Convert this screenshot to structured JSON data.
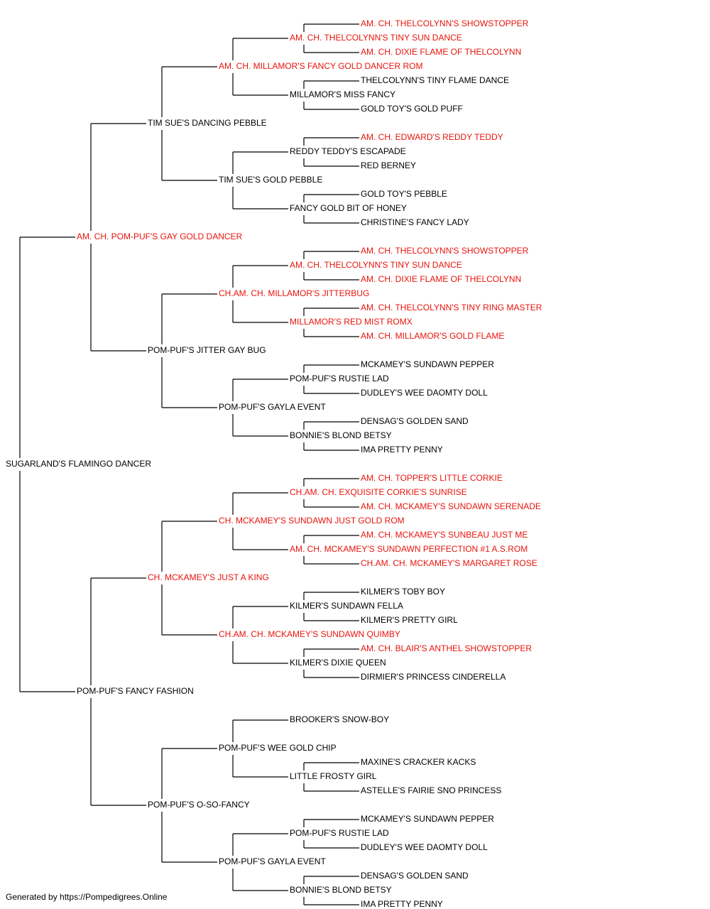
{
  "colors": {
    "champion": "#e8140c",
    "normal": "#000000",
    "line": "#000000"
  },
  "pedigree": {
    "name": "SUGARLAND'S FLAMINGO DANCER",
    "champion": false,
    "children": [
      {
        "name": "AM. CH. POM-PUF'S GAY GOLD DANCER",
        "champion": true,
        "children": [
          {
            "name": "TIM SUE'S DANCING PEBBLE",
            "champion": false,
            "children": [
              {
                "name": "AM. CH. MILLAMOR'S FANCY GOLD DANCER ROM",
                "champion": true,
                "children": [
                  {
                    "name": "AM. CH. THELCOLYNN'S TINY SUN DANCE",
                    "champion": true,
                    "children": [
                      {
                        "name": "AM. CH. THELCOLYNN'S SHOWSTOPPER",
                        "champion": true
                      },
                      {
                        "name": "AM. CH. DIXIE FLAME OF THELCOLYNN",
                        "champion": true
                      }
                    ]
                  },
                  {
                    "name": "MILLAMOR'S MISS FANCY",
                    "champion": false,
                    "children": [
                      {
                        "name": "THELCOLYNN'S TINY FLAME DANCE",
                        "champion": false
                      },
                      {
                        "name": "GOLD TOY'S GOLD PUFF",
                        "champion": false
                      }
                    ]
                  }
                ]
              },
              {
                "name": "TIM SUE'S GOLD PEBBLE",
                "champion": false,
                "children": [
                  {
                    "name": "REDDY TEDDY'S ESCAPADE",
                    "champion": false,
                    "children": [
                      {
                        "name": "AM. CH. EDWARD'S REDDY TEDDY",
                        "champion": true
                      },
                      {
                        "name": "RED BERNEY",
                        "champion": false
                      }
                    ]
                  },
                  {
                    "name": "FANCY GOLD BIT OF HONEY",
                    "champion": false,
                    "children": [
                      {
                        "name": "GOLD TOY'S PEBBLE",
                        "champion": false
                      },
                      {
                        "name": "CHRISTINE'S FANCY LADY",
                        "champion": false
                      }
                    ]
                  }
                ]
              }
            ]
          },
          {
            "name": "POM-PUF'S JITTER GAY BUG",
            "champion": false,
            "children": [
              {
                "name": "CH.AM. CH. MILLAMOR'S JITTERBUG",
                "champion": true,
                "children": [
                  {
                    "name": "AM. CH. THELCOLYNN'S TINY SUN DANCE",
                    "champion": true,
                    "children": [
                      {
                        "name": "AM. CH. THELCOLYNN'S SHOWSTOPPER",
                        "champion": true
                      },
                      {
                        "name": "AM. CH. DIXIE FLAME OF THELCOLYNN",
                        "champion": true
                      }
                    ]
                  },
                  {
                    "name": "MILLAMOR'S RED MIST ROMX",
                    "champion": true,
                    "children": [
                      {
                        "name": "AM. CH. THELCOLYNN'S TINY RING MASTER",
                        "champion": true
                      },
                      {
                        "name": "AM. CH. MILLAMOR'S GOLD FLAME",
                        "champion": true
                      }
                    ]
                  }
                ]
              },
              {
                "name": "POM-PUF'S GAYLA EVENT",
                "champion": false,
                "children": [
                  {
                    "name": "POM-PUF'S RUSTIE LAD",
                    "champion": false,
                    "children": [
                      {
                        "name": "MCKAMEY'S SUNDAWN PEPPER",
                        "champion": false
                      },
                      {
                        "name": "DUDLEY'S WEE DAOMTY DOLL",
                        "champion": false
                      }
                    ]
                  },
                  {
                    "name": "BONNIE'S BLOND BETSY",
                    "champion": false,
                    "children": [
                      {
                        "name": "DENSAG'S GOLDEN SAND",
                        "champion": false
                      },
                      {
                        "name": "IMA PRETTY PENNY",
                        "champion": false
                      }
                    ]
                  }
                ]
              }
            ]
          }
        ]
      },
      {
        "name": "POM-PUF'S FANCY FASHION",
        "champion": false,
        "children": [
          {
            "name": "CH. MCKAMEY'S JUST A KING",
            "champion": true,
            "children": [
              {
                "name": "CH. MCKAMEY'S SUNDAWN JUST GOLD ROM",
                "champion": true,
                "children": [
                  {
                    "name": "CH.AM. CH. EXQUISITE CORKIE'S SUNRISE",
                    "champion": true,
                    "children": [
                      {
                        "name": "AM. CH. TOPPER'S LITTLE CORKIE",
                        "champion": true
                      },
                      {
                        "name": "AM. CH. MCKAMEY'S SUNDAWN SERENADE",
                        "champion": true
                      }
                    ]
                  },
                  {
                    "name": "AM. CH. MCKAMEY'S SUNDAWN PERFECTION #1 A.S.ROM",
                    "champion": true,
                    "children": [
                      {
                        "name": "AM. CH. MCKAMEY'S SUNBEAU JUST ME",
                        "champion": true
                      },
                      {
                        "name": "CH.AM. CH. MCKAMEY'S MARGARET ROSE",
                        "champion": true
                      }
                    ]
                  }
                ]
              },
              {
                "name": "CH.AM. CH. MCKAMEY'S SUNDAWN QUIMBY",
                "champion": true,
                "children": [
                  {
                    "name": "KILMER'S SUNDAWN FELLA",
                    "champion": false,
                    "children": [
                      {
                        "name": "KILMER'S TOBY BOY",
                        "champion": false
                      },
                      {
                        "name": "KILMER'S PRETTY GIRL",
                        "champion": false
                      }
                    ]
                  },
                  {
                    "name": "KILMER'S DIXIE QUEEN",
                    "champion": false,
                    "children": [
                      {
                        "name": "AM. CH. BLAIR'S ANTHEL SHOWSTOPPER",
                        "champion": true
                      },
                      {
                        "name": "DIRMIER'S PRINCESS CINDERELLA",
                        "champion": false
                      }
                    ]
                  }
                ]
              }
            ]
          },
          {
            "name": "POM-PUF'S O-SO-FANCY",
            "champion": false,
            "children": [
              {
                "name": "POM-PUF'S WEE GOLD CHIP",
                "champion": false,
                "children": [
                  {
                    "name": "BROOKER'S SNOW-BOY",
                    "champion": false
                  },
                  {
                    "name": "LITTLE FROSTY GIRL",
                    "champion": false,
                    "children": [
                      {
                        "name": "MAXINE'S CRACKER KACKS",
                        "champion": false
                      },
                      {
                        "name": "ASTELLE'S FAIRIE SNO PRINCESS",
                        "champion": false
                      }
                    ]
                  }
                ]
              },
              {
                "name": "POM-PUF'S GAYLA EVENT",
                "champion": false,
                "children": [
                  {
                    "name": "POM-PUF'S RUSTIE LAD",
                    "champion": false,
                    "children": [
                      {
                        "name": "MCKAMEY'S SUNDAWN PEPPER",
                        "champion": false
                      },
                      {
                        "name": "DUDLEY'S WEE DAOMTY DOLL",
                        "champion": false
                      }
                    ]
                  },
                  {
                    "name": "BONNIE'S BLOND BETSY",
                    "champion": false,
                    "children": [
                      {
                        "name": "DENSAG'S GOLDEN SAND",
                        "champion": false
                      },
                      {
                        "name": "IMA PRETTY PENNY",
                        "champion": false
                      }
                    ]
                  }
                ]
              }
            ]
          }
        ]
      }
    ]
  },
  "footer": "Generated by https://Pompedigrees.Online"
}
